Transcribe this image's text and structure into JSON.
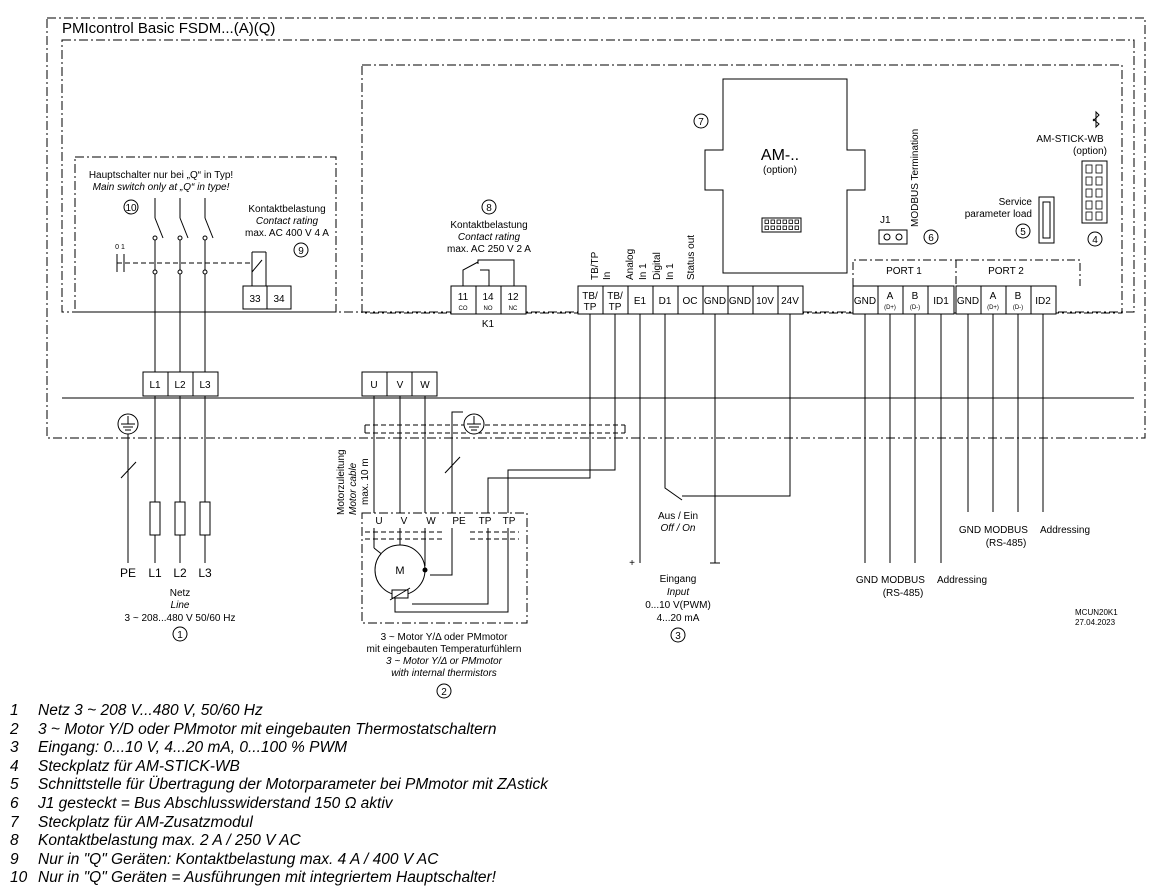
{
  "title": "PMIcontrol Basic FSDM...(A)(Q)",
  "main_switch": {
    "note_de": "Hauptschalter nur bei „Q“ in Typ!",
    "note_en": "Main switch only at „Q“ in type!",
    "ref": "10",
    "dots": "0 1",
    "contact_de": "Kontaktbelastung",
    "contact_en": "Contact rating",
    "contact_max": "max. AC 400 V 4 A",
    "contact_ref": "9",
    "terminals": [
      "33",
      "34"
    ]
  },
  "relay": {
    "ref": "8",
    "contact_de": "Kontaktbelastung",
    "contact_en": "Contact rating",
    "contact_max": "max. AC 250 V 2 A",
    "terminals": [
      {
        "num": "11",
        "sub": "CO"
      },
      {
        "num": "14",
        "sub": "NO"
      },
      {
        "num": "12",
        "sub": "NC"
      }
    ],
    "name": "K1"
  },
  "module": {
    "title": "AM-..",
    "subtitle": "(option)",
    "ref": "7"
  },
  "modbus_termination": "MODBUS Termination",
  "j1": {
    "label": "J1",
    "ref": "6"
  },
  "service": {
    "line1": "Service",
    "line2": "parameter load",
    "ref": "5"
  },
  "stick": {
    "label": "AM-STICK-WB",
    "option": "(option)",
    "ref": "4",
    "bluetooth": "bluetooth-icon"
  },
  "io_labels": {
    "tbtp_in_1": "TB/TP",
    "tbtp_in_2": "In",
    "analog_1": "Analog",
    "analog_2": "In 1",
    "digital_1": "Digital",
    "digital_2": "In 1",
    "status": "Status out"
  },
  "io_terminals": [
    {
      "l1": "TB/",
      "l2": "TP"
    },
    {
      "l1": "TB/",
      "l2": "TP"
    },
    {
      "l1": "E1"
    },
    {
      "l1": "D1"
    },
    {
      "l1": "OC"
    },
    {
      "l1": "GND"
    },
    {
      "l1": "GND"
    },
    {
      "l1": "10V"
    },
    {
      "l1": "24V"
    }
  ],
  "ports": {
    "port1_label": "PORT 1",
    "port2_label": "PORT 2",
    "port1": [
      {
        "l1": "GND"
      },
      {
        "l1": "A",
        "l2": "(D+)"
      },
      {
        "l1": "B",
        "l2": "(D-)"
      },
      {
        "l1": "ID1"
      }
    ],
    "port2": [
      {
        "l1": "GND"
      },
      {
        "l1": "A",
        "l2": "(D+)"
      },
      {
        "l1": "B",
        "l2": "(D-)"
      },
      {
        "l1": "ID2"
      }
    ]
  },
  "line_terminals": [
    "L1",
    "L2",
    "L3"
  ],
  "motor_terminals": [
    "U",
    "V",
    "W"
  ],
  "motor_cable": {
    "de": "Motorzuleitung",
    "en": "Motor cable",
    "max": "max. 10 m"
  },
  "motor_box_terminals": [
    "U",
    "V",
    "W",
    "PE",
    "TP",
    "TP"
  ],
  "motor_symbol": "M",
  "mains": {
    "labels": [
      "PE",
      "L1",
      "L2",
      "L3"
    ],
    "de": "Netz",
    "en": "Line",
    "spec": "3 ~ 208...480 V 50/60 Hz",
    "ref": "1"
  },
  "motor_caption": {
    "de1": "3 ~ Motor Y/Δ oder PMmotor",
    "de2": "mit eingebauten Temperaturfühlern",
    "en1": "3 ~ Motor Y/Δ or PMmotor",
    "en2": "with internal thermistors",
    "ref": "2"
  },
  "switch_onoff": {
    "de": "Aus / Ein",
    "en": "Off / On"
  },
  "input": {
    "plus": "+",
    "de": "Eingang",
    "en": "Input",
    "range1": "0...10 V(PWM)",
    "range2": "4...20 mA",
    "ref": "3"
  },
  "bus1": {
    "gnd": "GND",
    "modbus": "MODBUS",
    "rs": "(RS-485)",
    "addr": "Addressing"
  },
  "bus2": {
    "gnd": "GND",
    "modbus": "MODBUS",
    "rs": "(RS-485)",
    "addr": "Addressing"
  },
  "doc_code": "MCUN20K1",
  "doc_date": "27.04.2023",
  "legend": [
    {
      "n": "1",
      "text": "Netz 3 ~ 208 V...480 V, 50/60 Hz"
    },
    {
      "n": "2",
      "text": "3 ~ Motor Y/D oder PMmotor mit eingebauten Thermostatschaltern"
    },
    {
      "n": "3",
      "text": "Eingang: 0...10 V, 4...20 mA, 0...100 % PWM"
    },
    {
      "n": "4",
      "text": "Steckplatz für AM-STICK-WB"
    },
    {
      "n": "5",
      "text": "Schnittstelle für Übertragung der Motorparameter bei PMmotor mit ZAstick"
    },
    {
      "n": "6",
      "text": "J1 gesteckt = Bus Abschlusswiderstand 150 Ω aktiv"
    },
    {
      "n": "7",
      "text": "Steckplatz für AM-Zusatzmodul"
    },
    {
      "n": "8",
      "text": "Kontaktbelastung max. 2 A / 250 V AC"
    },
    {
      "n": "9",
      "text": "Nur in \"Q\" Geräten: Kontaktbelastung max. 4 A / 400 V AC"
    },
    {
      "n": "10",
      "text": "Nur in \"Q\" Geräten = Ausführungen mit integriertem Hauptschalter!"
    }
  ]
}
